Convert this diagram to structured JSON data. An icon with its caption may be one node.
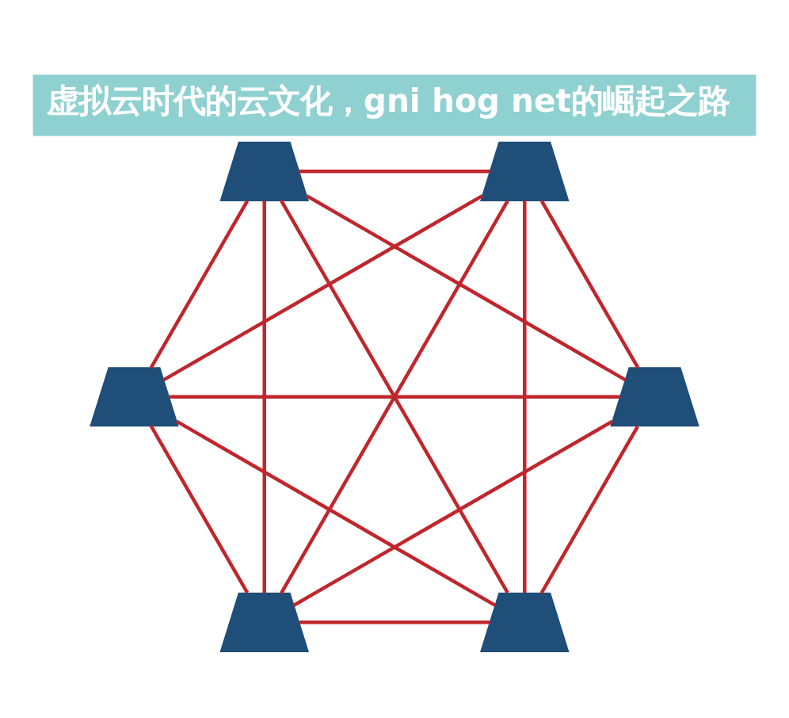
{
  "diagram": {
    "title": "虚拟云时代的云文化，gni hog net的崛起之路",
    "nodes": [
      {
        "text": [],
        "shape": "picture"
      },
      {
        "text": [],
        "shape": "picture"
      },
      {
        "text": [],
        "shape": "picture"
      },
      {
        "text": [],
        "shape": "picture"
      },
      {
        "text": [],
        "shape": "picture"
      },
      {
        "text": [],
        "shape": "picture"
      }
    ],
    "edges": [
      {
        "from": 0,
        "to": 1,
        "arrow": "none"
      },
      {
        "from": 0,
        "to": 2,
        "arrow": "none"
      },
      {
        "from": 0,
        "to": 3,
        "arrow": "none"
      },
      {
        "from": 0,
        "to": 4,
        "arrow": "none"
      },
      {
        "from": 0,
        "to": 5,
        "arrow": "none"
      },
      {
        "from": 1,
        "to": 2,
        "arrow": "none"
      },
      {
        "from": 1,
        "to": 3,
        "arrow": "none"
      },
      {
        "from": 1,
        "to": 4,
        "arrow": "none"
      },
      {
        "from": 1,
        "to": 5,
        "arrow": "none"
      },
      {
        "from": 2,
        "to": 3,
        "arrow": "none"
      },
      {
        "from": 2,
        "to": 4,
        "arrow": "none"
      },
      {
        "from": 2,
        "to": 5,
        "arrow": "none"
      },
      {
        "from": 3,
        "to": 4,
        "arrow": "none"
      },
      {
        "from": 3,
        "to": 5,
        "arrow": "none"
      },
      {
        "from": 4,
        "to": 5,
        "arrow": "none"
      }
    ]
  }
}
